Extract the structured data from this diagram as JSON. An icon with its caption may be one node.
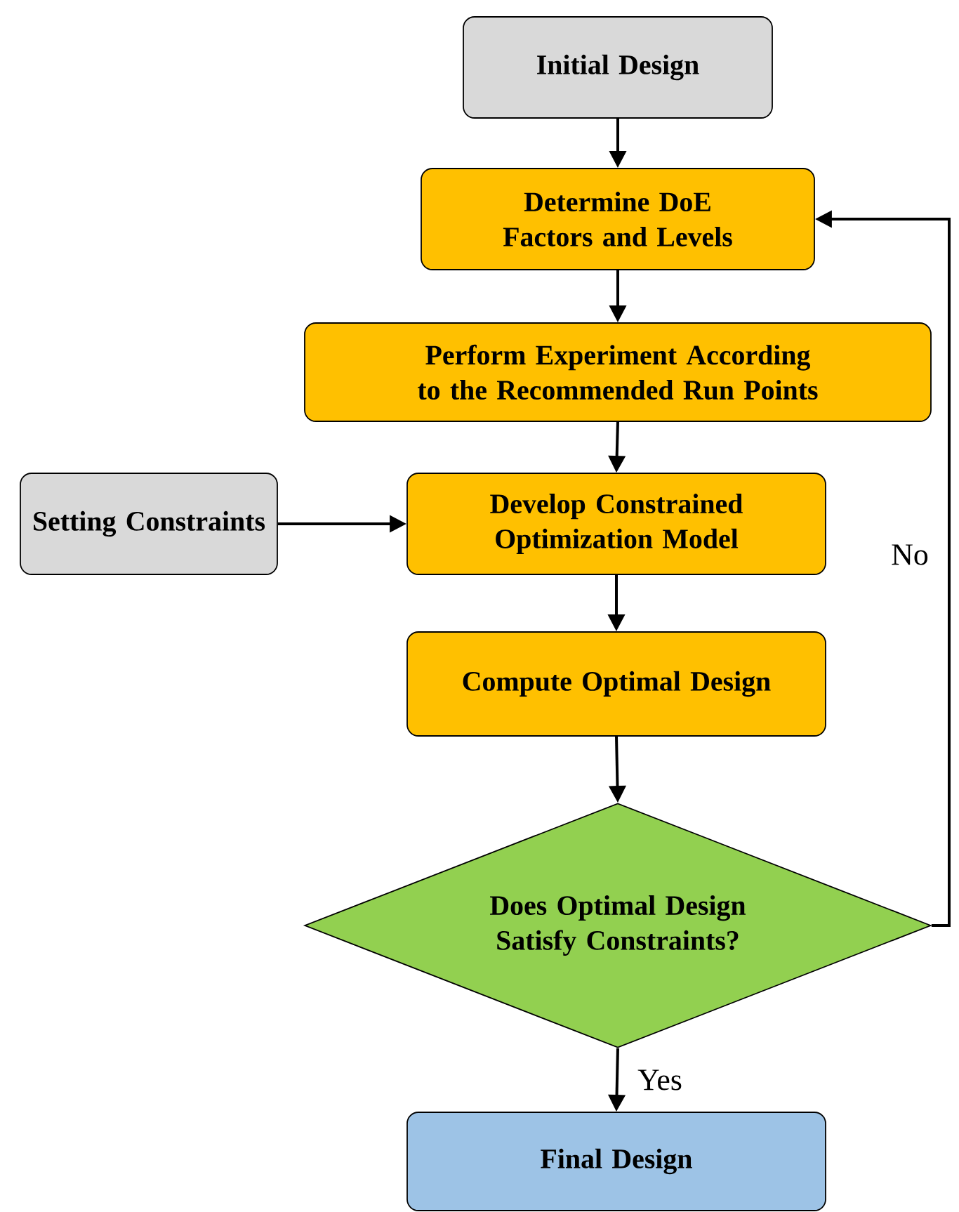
{
  "diagram": {
    "nodes": [
      {
        "text": [
          "Initial Design"
        ]
      },
      {
        "text": [
          "Determine DoE Factors and Levels"
        ]
      },
      {
        "text": [
          "Perform Experiment According to the Recommended Run Points"
        ]
      },
      {
        "text": [
          "Develop Constrained Optimization Model"
        ]
      },
      {
        "text": [
          "Setting Constraints"
        ]
      },
      {
        "text": [
          "Compute Optimal Design"
        ]
      },
      {
        "text": [
          "Does Optimal Design Satisfy Constraints?"
        ]
      },
      {
        "text": [
          "Final Design"
        ]
      }
    ],
    "edges": [
      {
        "from": 0,
        "to": 1,
        "arrow": "to"
      },
      {
        "from": 1,
        "to": 2,
        "arrow": "to"
      },
      {
        "from": 2,
        "to": 3,
        "arrow": "to"
      },
      {
        "from": 4,
        "to": 3,
        "arrow": "to"
      },
      {
        "from": 3,
        "to": 5,
        "arrow": "to"
      },
      {
        "from": 5,
        "to": 6,
        "arrow": "to"
      },
      {
        "from": 6,
        "to": 7,
        "arrow": "to",
        "label": "Yes"
      },
      {
        "from": 6,
        "to": 1,
        "arrow": "to",
        "label": "No"
      }
    ]
  }
}
